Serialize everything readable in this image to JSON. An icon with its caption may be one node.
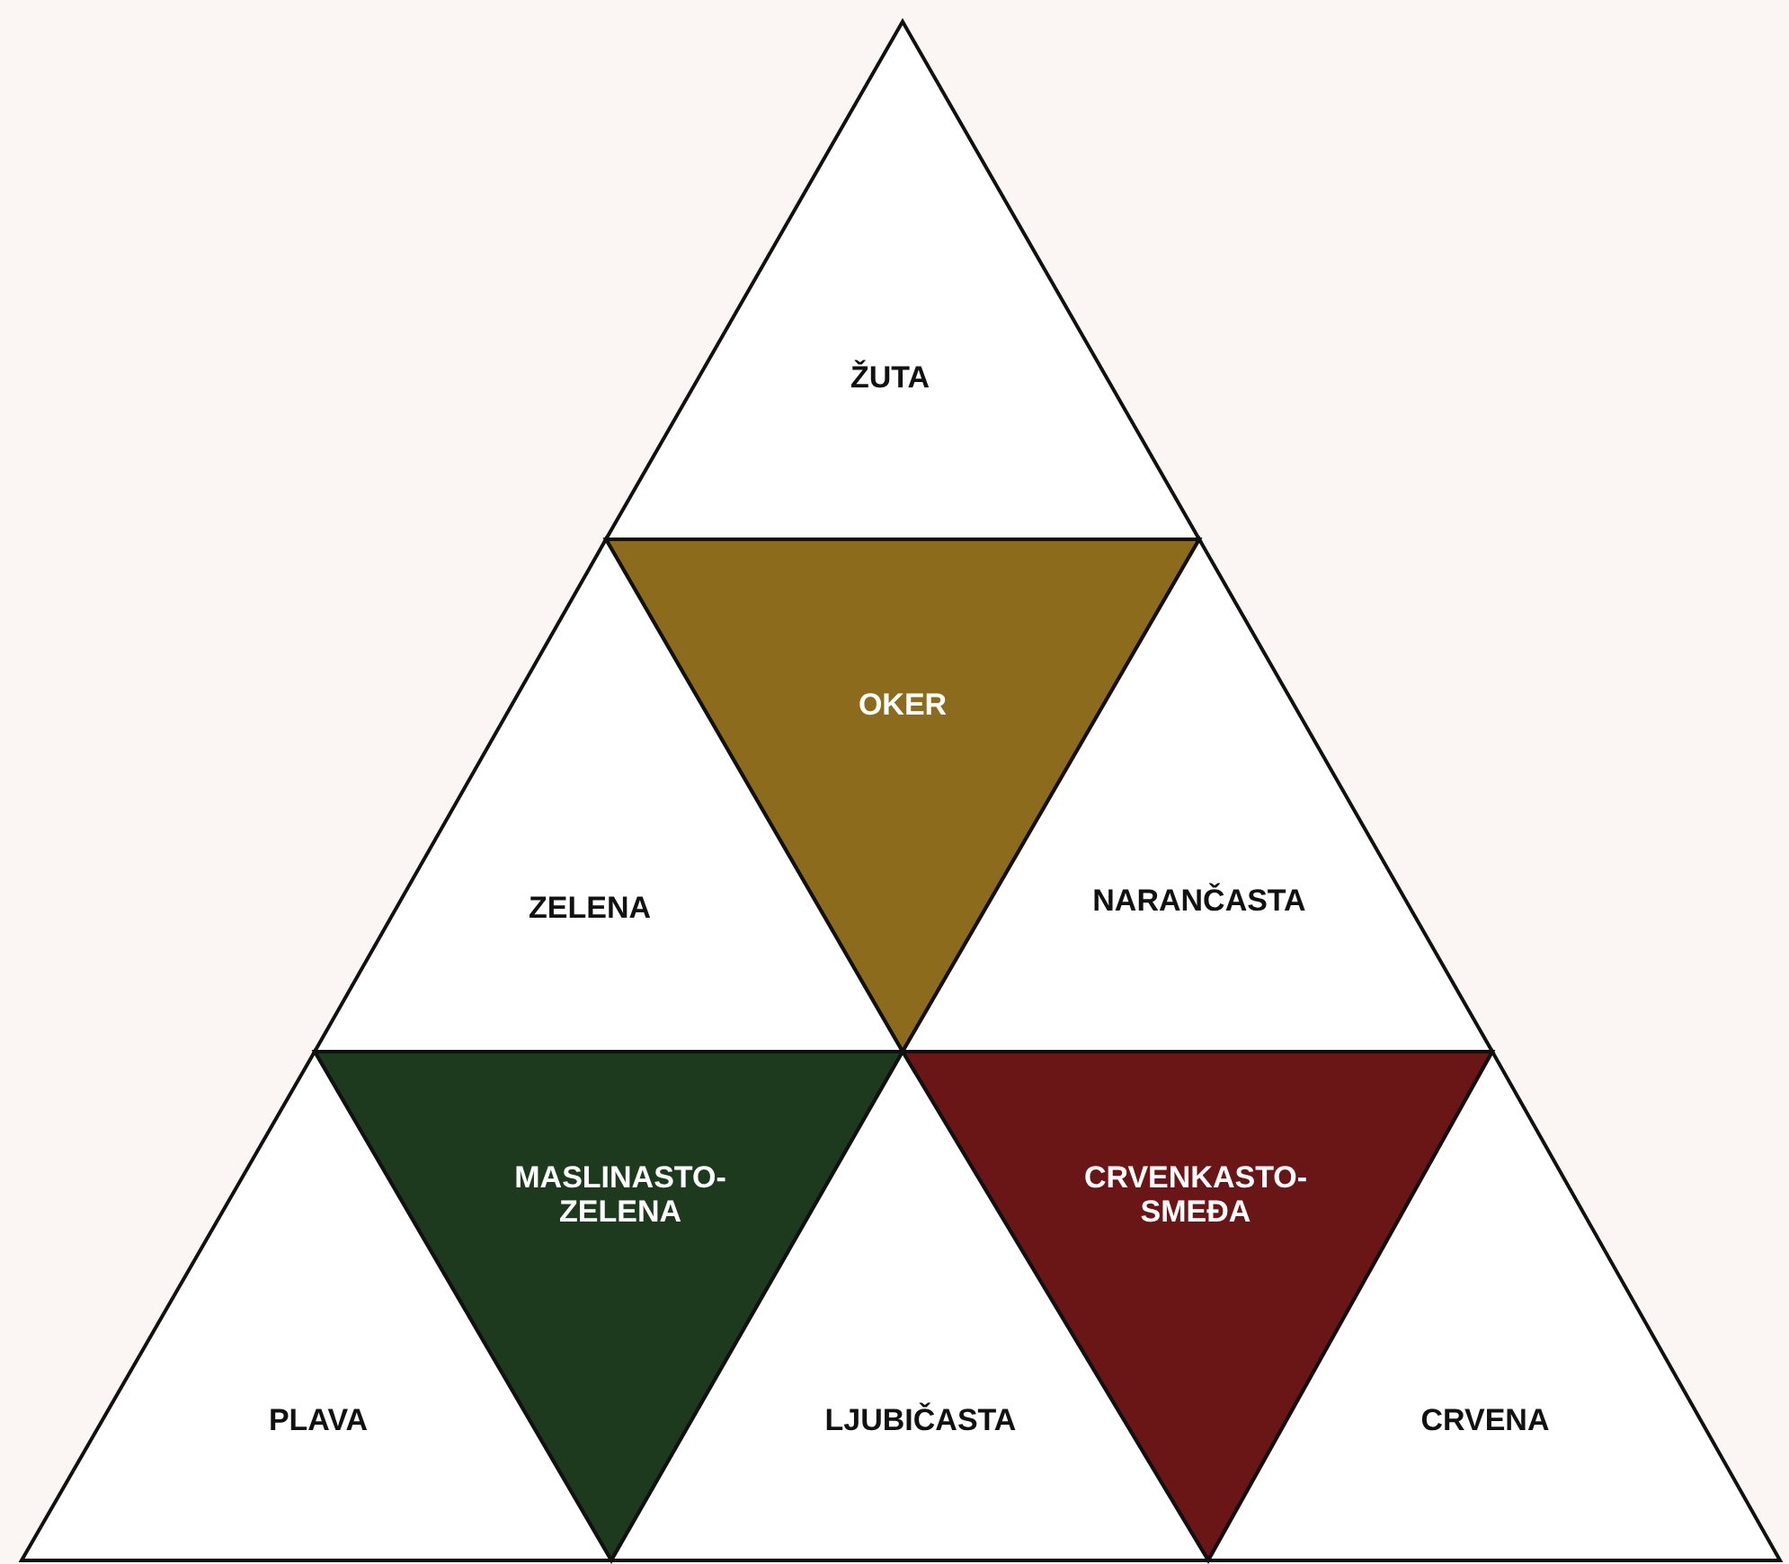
{
  "diagram": {
    "nodes": [
      {
        "text": [
          "ŽUTA"
        ]
      },
      {
        "text": [
          "OKER"
        ]
      },
      {
        "text": [
          "ZELENA"
        ]
      },
      {
        "text": [
          "NARANČASTA"
        ]
      },
      {
        "text": [
          "MASLINASTO- ZELENA"
        ]
      },
      {
        "text": [
          "CRVENKASTO- SMEĐA"
        ]
      },
      {
        "text": [
          "PLAVA"
        ]
      },
      {
        "text": [
          "LJUBIČASTA"
        ]
      },
      {
        "text": [
          "CRVENA"
        ]
      }
    ],
    "edges": []
  }
}
